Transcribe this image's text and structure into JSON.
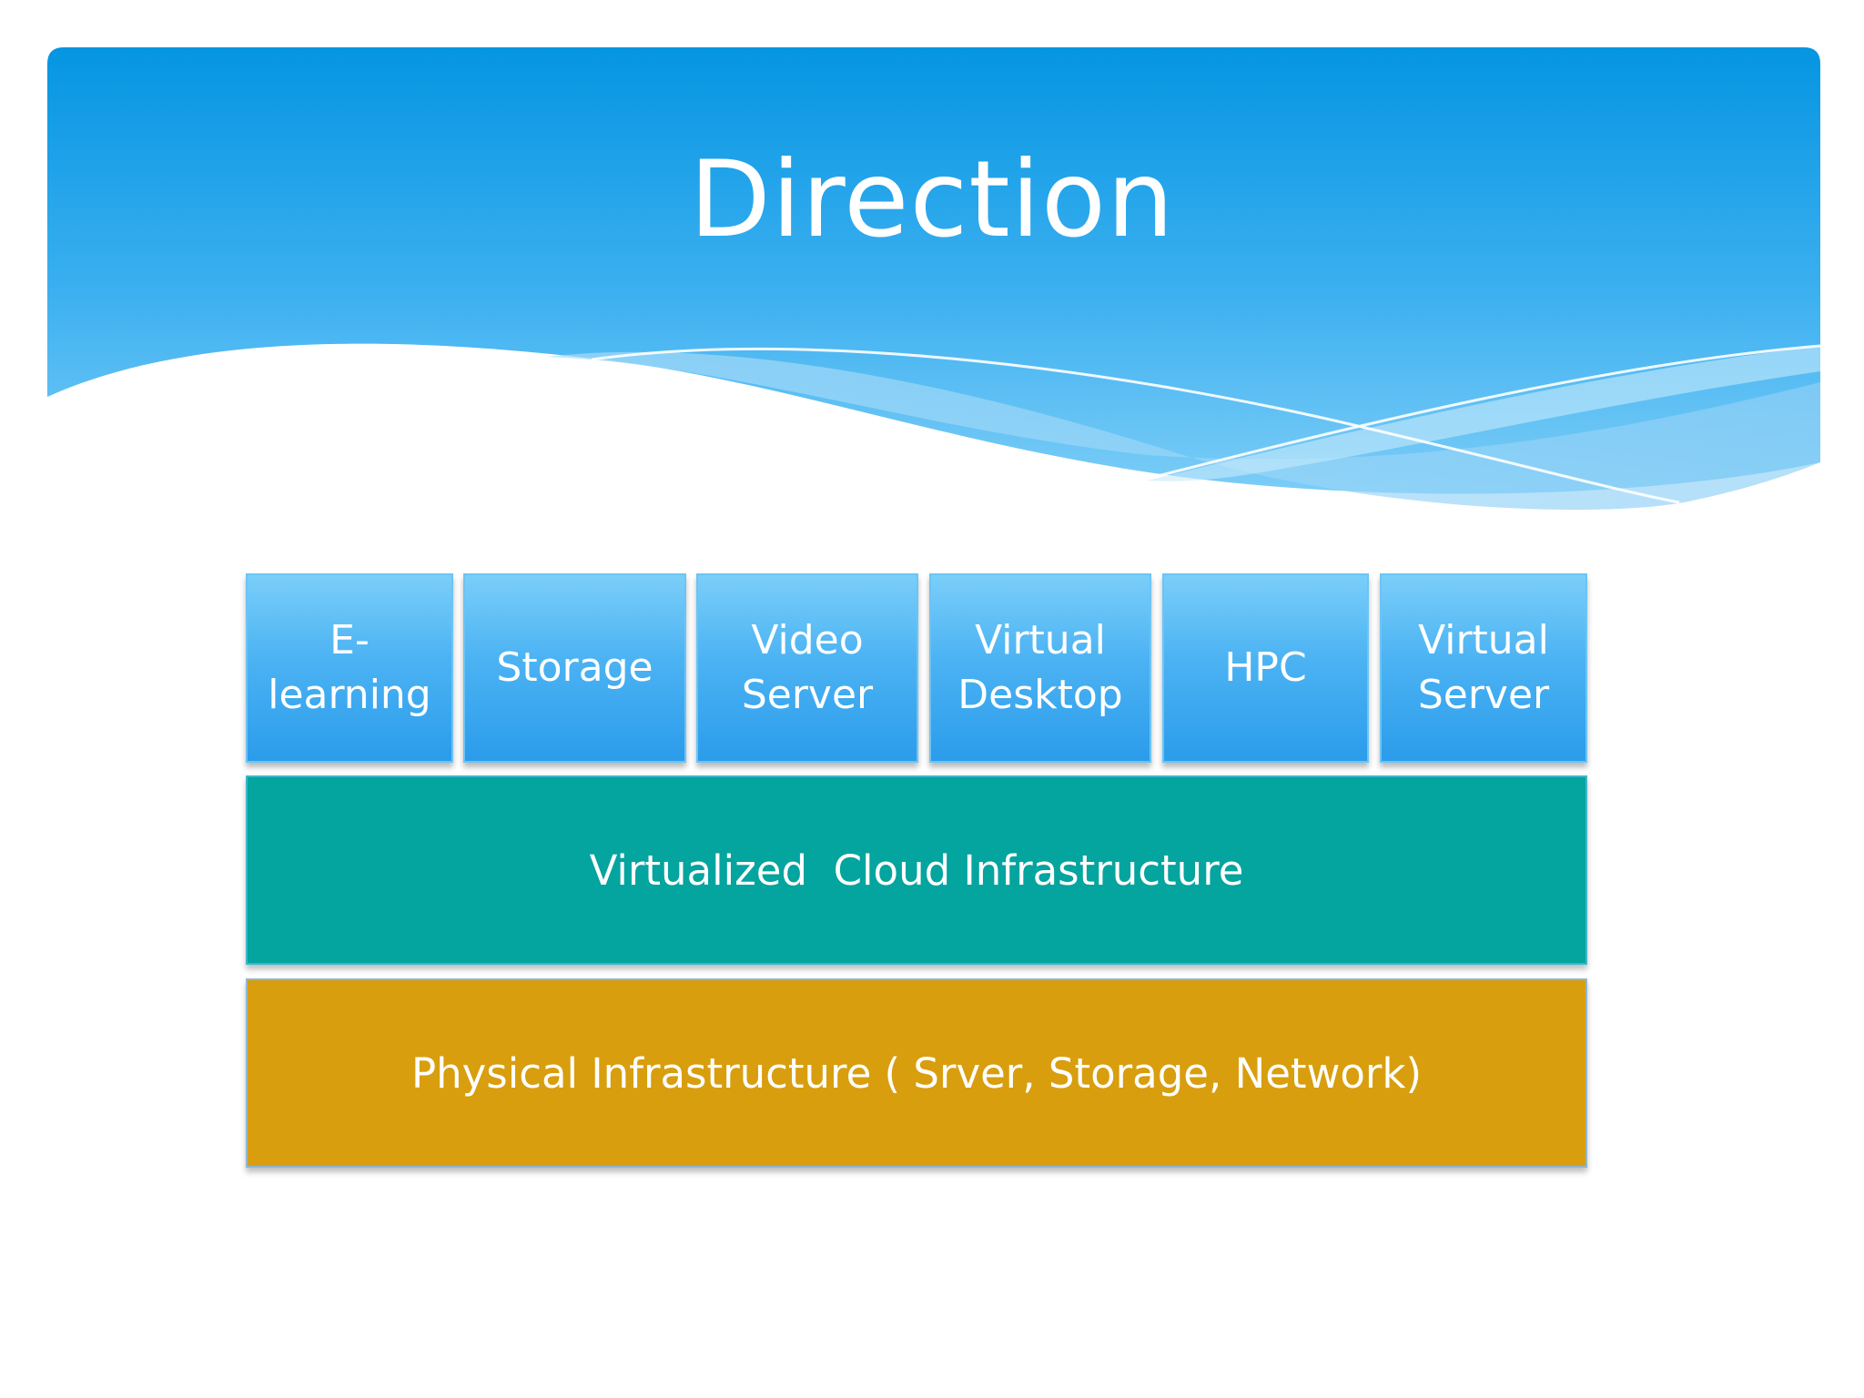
{
  "slide": {
    "title": "Direction"
  },
  "diagram": {
    "services": [
      {
        "label": "E-\nlearning"
      },
      {
        "label": "Storage"
      },
      {
        "label": "Video\nServer"
      },
      {
        "label": "Virtual\nDesktop"
      },
      {
        "label": "HPC"
      },
      {
        "label": "Virtual\nServer"
      }
    ],
    "virtualization_layer": {
      "label": "Virtualized  Cloud Infrastructure"
    },
    "physical_layer": {
      "label": "Physical Infrastructure ( Srver, Storage, Network)"
    }
  },
  "colors": {
    "header_blue": "#0595e2",
    "service_blue": "#4cb3f3",
    "virtualization_teal": "#04a49f",
    "physical_gold": "#d89e0e"
  }
}
